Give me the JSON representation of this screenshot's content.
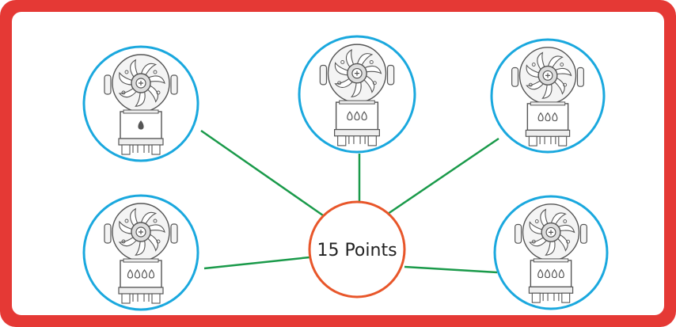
{
  "center": {
    "label": "15 Points",
    "border_color": "#e8562a"
  },
  "colors": {
    "frame": "#e53935",
    "connector": "#1a9a4a",
    "circle_border": "#1aa8de",
    "device_stroke": "#555555"
  },
  "devices": [
    {
      "name": "device-top-left",
      "drops": 1,
      "icon": "fan-motor-icon"
    },
    {
      "name": "device-top-center",
      "drops": 3,
      "icon": "fan-motor-icon"
    },
    {
      "name": "device-top-right",
      "drops": 3,
      "icon": "fan-motor-icon"
    },
    {
      "name": "device-bottom-left",
      "drops": 4,
      "icon": "fan-motor-icon"
    },
    {
      "name": "device-bottom-right",
      "drops": 4,
      "icon": "fan-motor-icon"
    }
  ]
}
